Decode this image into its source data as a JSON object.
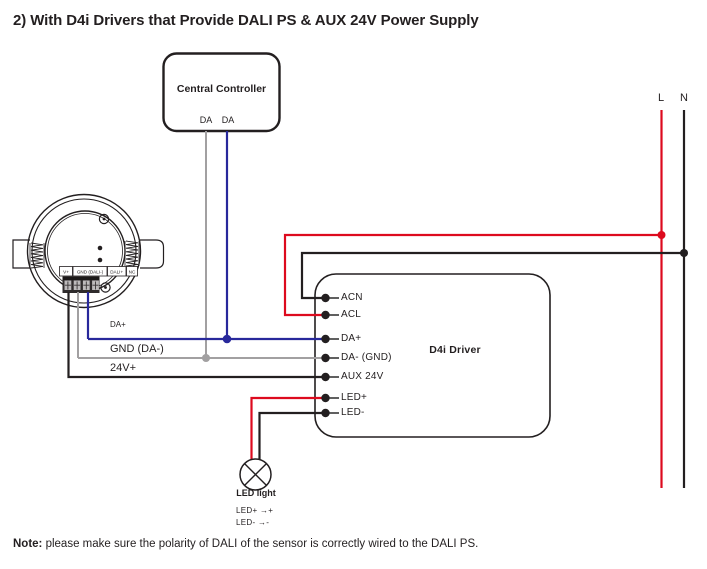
{
  "title": "2) With D4i Drivers that Provide DALI PS & AUX 24V Power Supply",
  "colors": {
    "wire_red": "#dd0a1e",
    "wire_blue": "#28289b",
    "wire_gray": "#a2a0a1",
    "wire_black": "#231f20"
  },
  "central_controller": {
    "label": "Central Controller",
    "port_left": "DA",
    "port_right": "DA"
  },
  "mains": {
    "live": "L",
    "neutral": "N"
  },
  "sensor": {
    "terminal_labels": [
      "V+",
      "GND (DALI-)",
      "DALI+",
      "NC"
    ]
  },
  "wire_labels": {
    "da_plus": "DA+",
    "gnd": "GND (DA-)",
    "v24": "24V+"
  },
  "driver": {
    "label": "D4i Driver",
    "terminals": [
      "ACN",
      "ACL",
      "DA+",
      "DA- (GND)",
      "AUX 24V",
      "LED+",
      "LED-"
    ]
  },
  "led": {
    "label": "LED light",
    "polarity_plus": "LED+ →+",
    "polarity_minus": "LED- →-"
  },
  "note": {
    "prefix": "Note:",
    "body": " please make sure the polarity of DALI of the sensor is correctly wired to the DALI PS."
  }
}
